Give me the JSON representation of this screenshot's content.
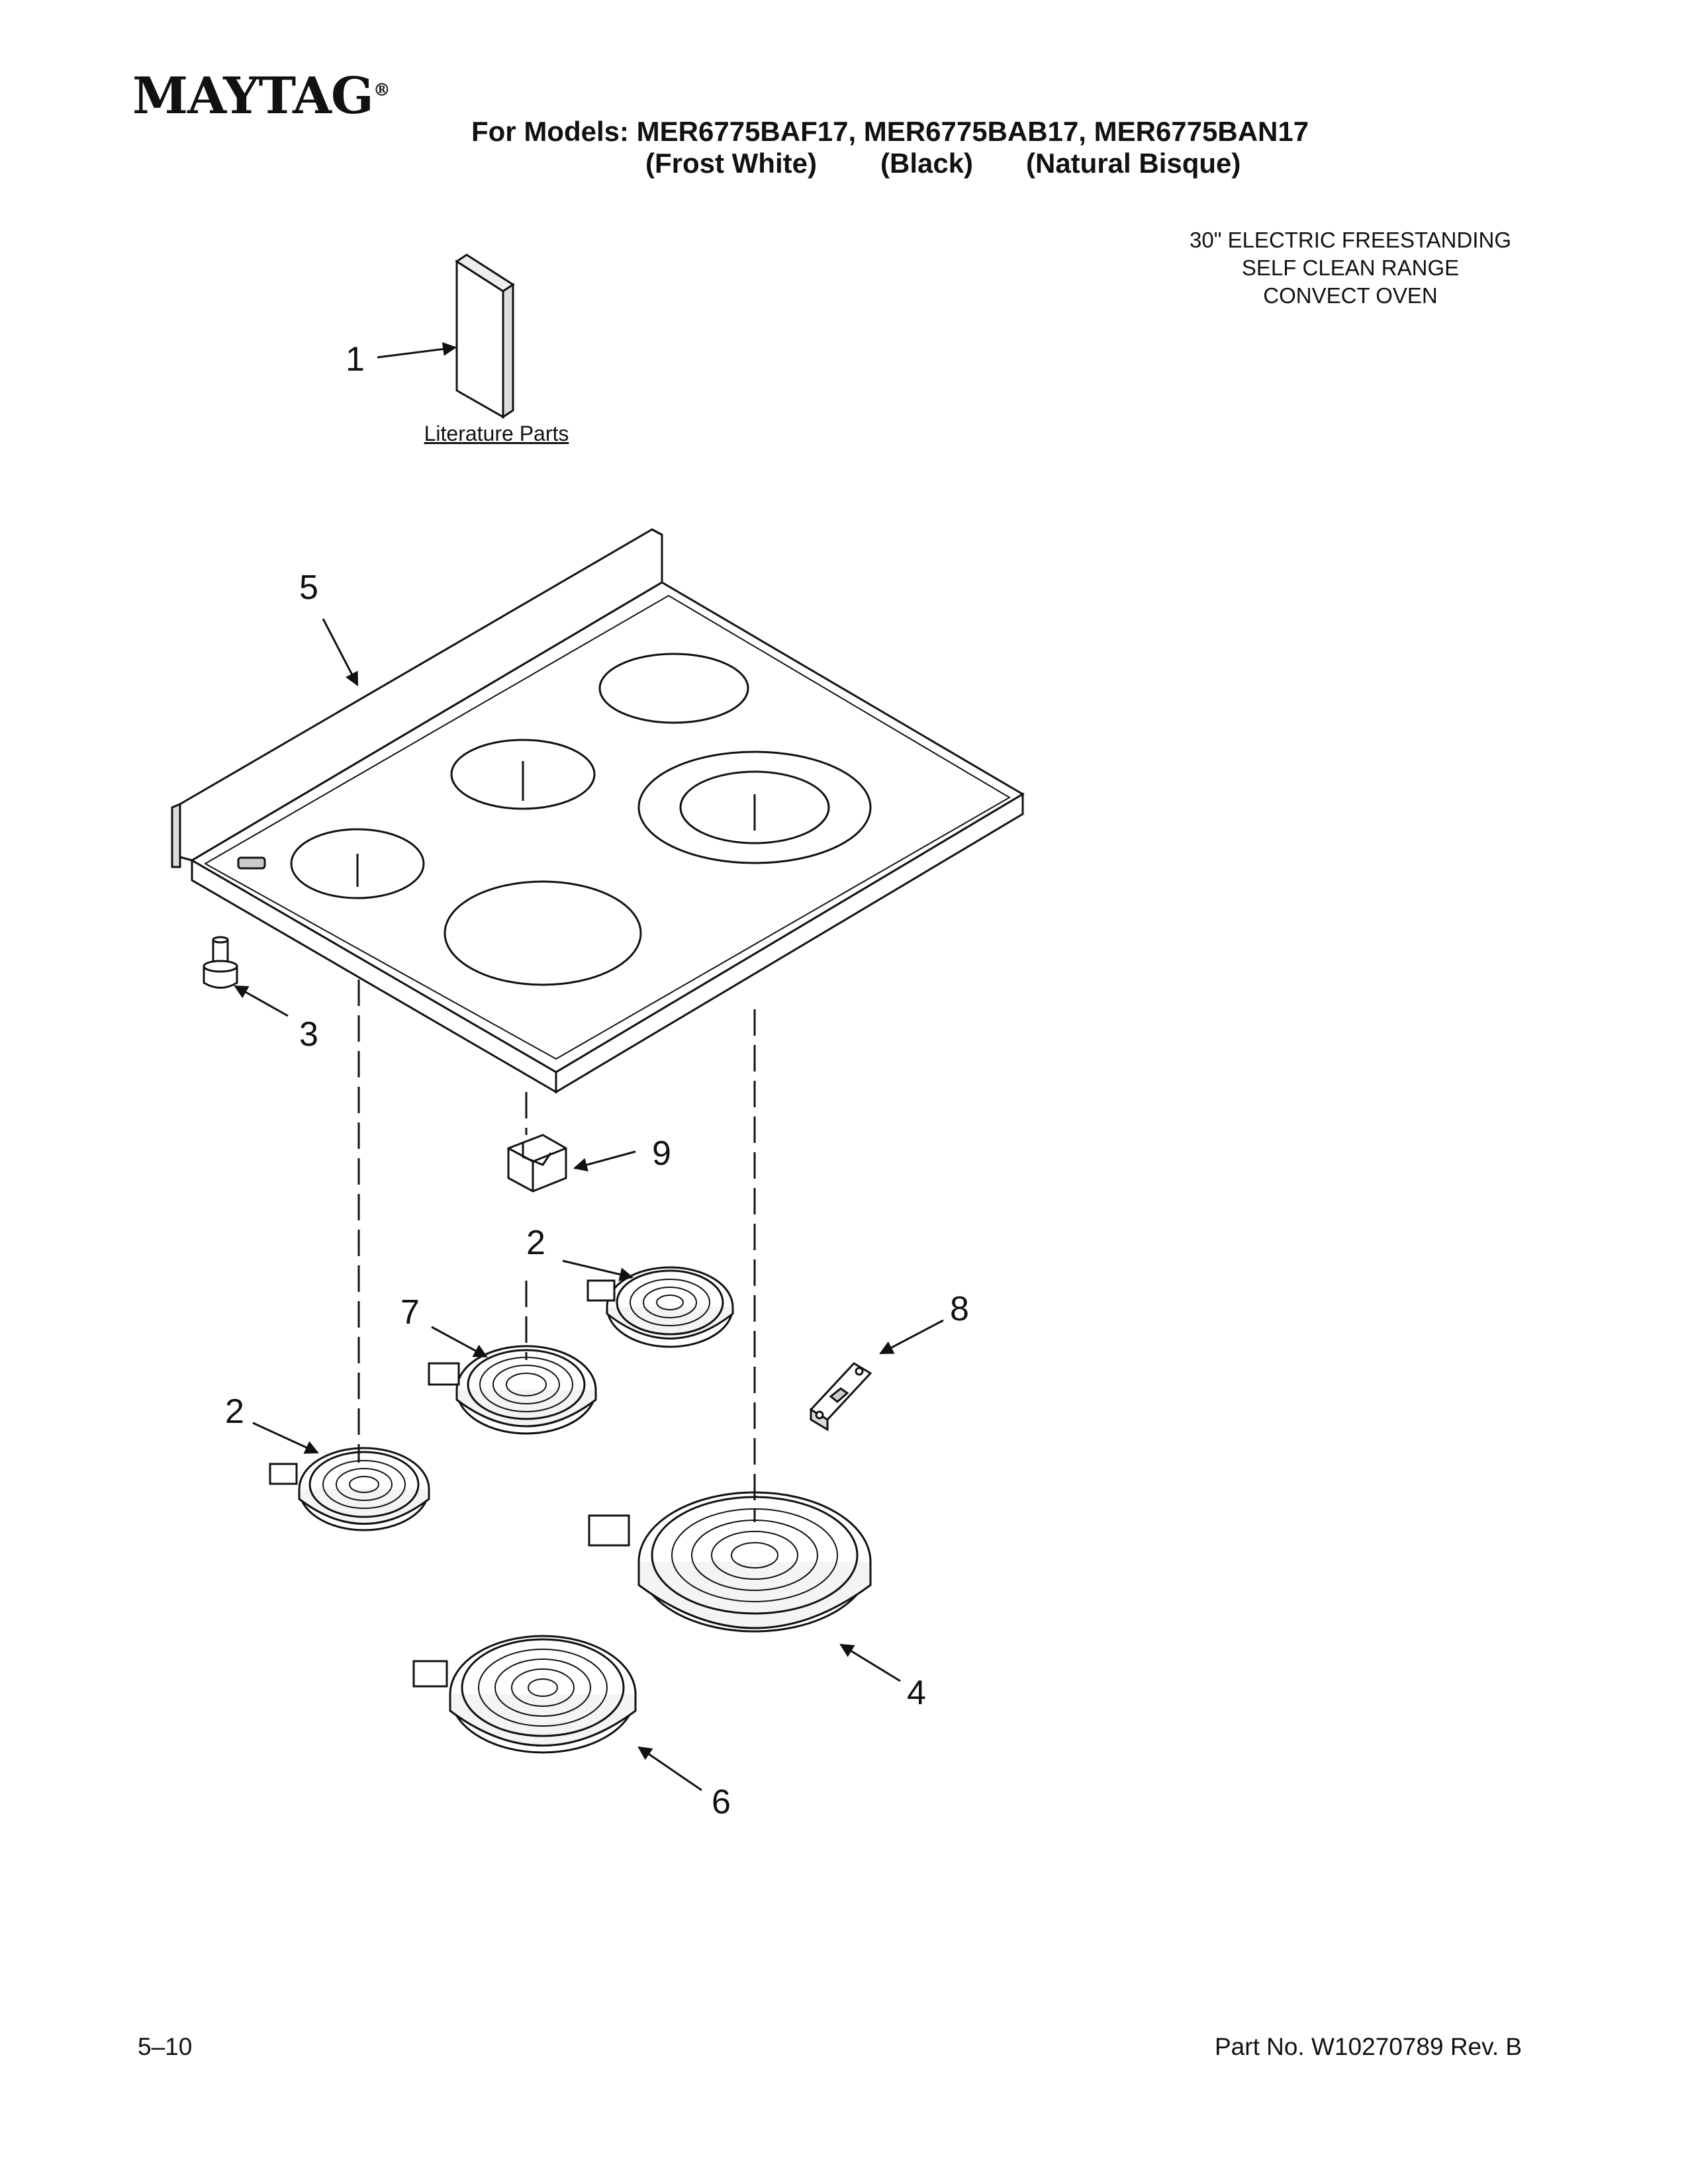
{
  "header": {
    "brand": "MAYTAG",
    "brand_mark": "®",
    "models_line": "For Models: MER6775BAF17, MER6775BAB17, MER6775BAN17",
    "colors": [
      "(Frost White)",
      "(Black)",
      "(Natural Bisque)"
    ]
  },
  "description": [
    "30\" ELECTRIC FREESTANDING",
    "SELF CLEAN RANGE",
    "CONVECT OVEN"
  ],
  "section_label": "Literature Parts",
  "callouts": [
    "1",
    "5",
    "3",
    "9",
    "2",
    "7",
    "2",
    "8",
    "4",
    "6"
  ],
  "footer": {
    "page": "5–10",
    "part_no": "Part No. W10270789 Rev. B"
  },
  "icons": [
    "literature-booklet",
    "cooktop-panel",
    "knob-stud",
    "clip-block",
    "surface-element",
    "bracket"
  ]
}
